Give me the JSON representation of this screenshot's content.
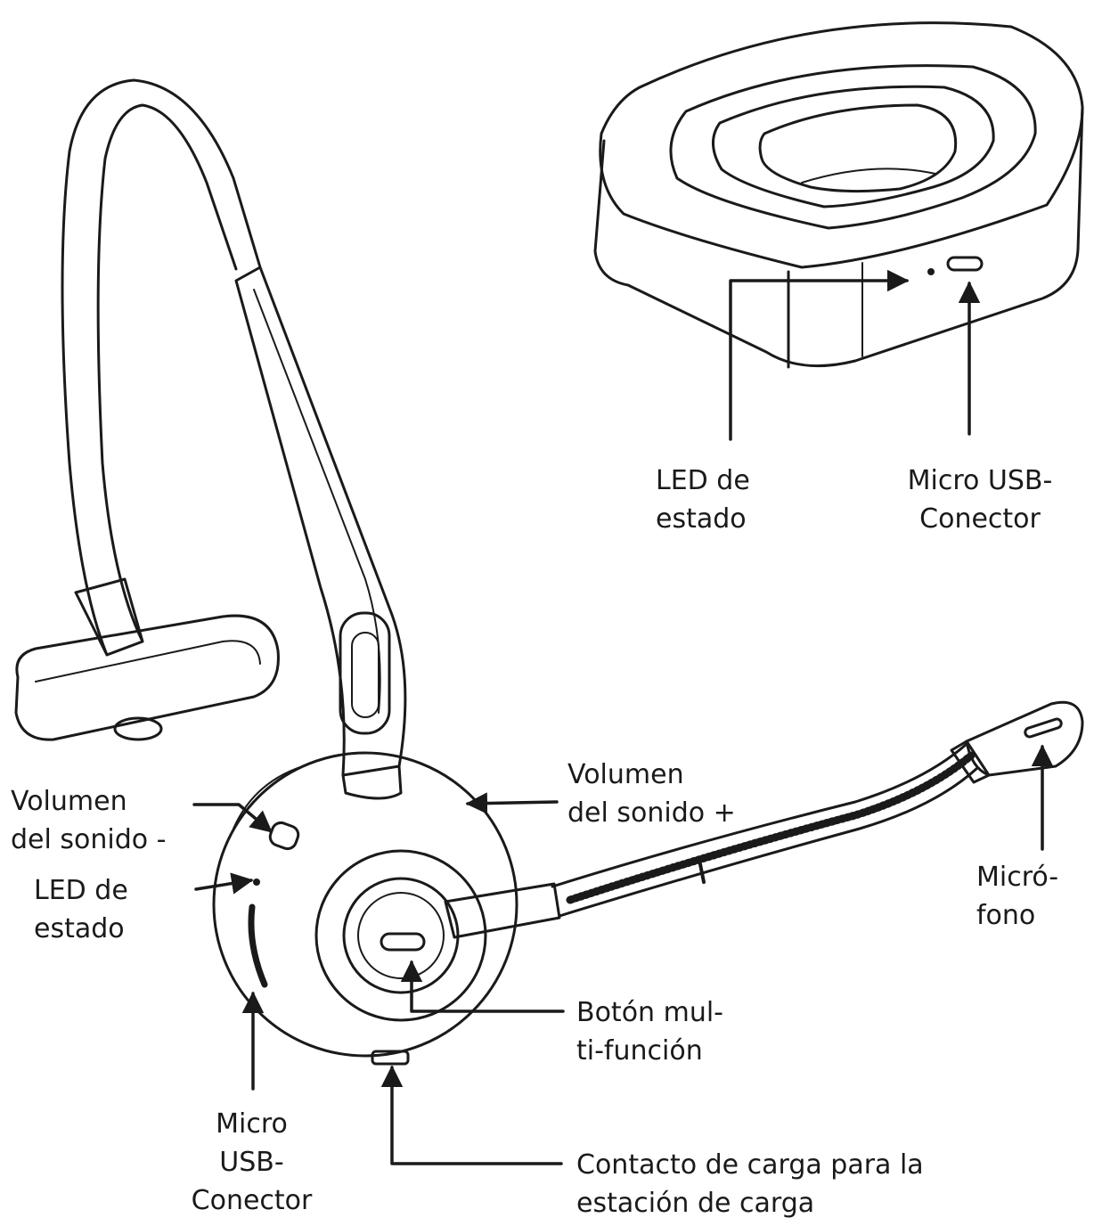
{
  "colors": {
    "line": "#1a1a1a",
    "paper": "#ffffff"
  },
  "labels": {
    "dock_led": {
      "line1": "LED de",
      "line2": "estado"
    },
    "dock_usb": {
      "line1": "Micro USB-",
      "line2": "Conector"
    },
    "volume_minus": {
      "line1": "Volumen",
      "line2": "del sonido -"
    },
    "volume_plus": {
      "line1": "Volumen",
      "line2": "del sonido +"
    },
    "headset_led": {
      "line1": "LED de",
      "line2": "estado"
    },
    "microphone": {
      "line1": "Micró-",
      "line2": "fono"
    },
    "multifunction": {
      "line1": "Botón mul-",
      "line2": "ti-función"
    },
    "headset_usb": {
      "line1": "Micro",
      "line2": "USB-",
      "line3": "Conector"
    },
    "charging_contact": {
      "line1": "Contacto de carga para la",
      "line2": "estación de carga"
    }
  }
}
